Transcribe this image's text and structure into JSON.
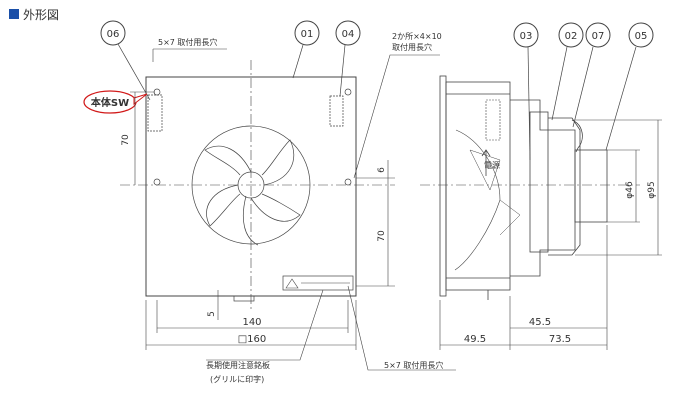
{
  "heading": {
    "label": "外形図",
    "marker_color": "#1a4fa8"
  },
  "callouts": [
    {
      "id": "c06",
      "text": "06"
    },
    {
      "id": "c01",
      "text": "01"
    },
    {
      "id": "c04",
      "text": "04"
    },
    {
      "id": "c03",
      "text": "03"
    },
    {
      "id": "c02",
      "text": "02"
    },
    {
      "id": "c07",
      "text": "07"
    },
    {
      "id": "c05",
      "text": "05"
    }
  ],
  "annotations": {
    "slot_top": "5×7 取付用長穴",
    "holes_line1": "2か所×4×10",
    "holes_line2": "取付用長穴",
    "slot_bottom": "5×7 取付用長穴",
    "warning_line1": "長期使用注意銘板",
    "warning_line2": "(グリルに印字)",
    "power": "電源",
    "switch_tag": "本体SW"
  },
  "dimensions": {
    "left_70": "70",
    "right_6": "6",
    "right_70": "70",
    "bottom_5": "5",
    "width_140": "140",
    "width_160": "□160",
    "depth_49_5": "49.5",
    "depth_73_5": "73.5",
    "depth_45_5": "45.5",
    "dia_46": "φ46",
    "dia_95": "φ95"
  },
  "colors": {
    "line": "#444444",
    "tag_red": "#d11a1a"
  }
}
